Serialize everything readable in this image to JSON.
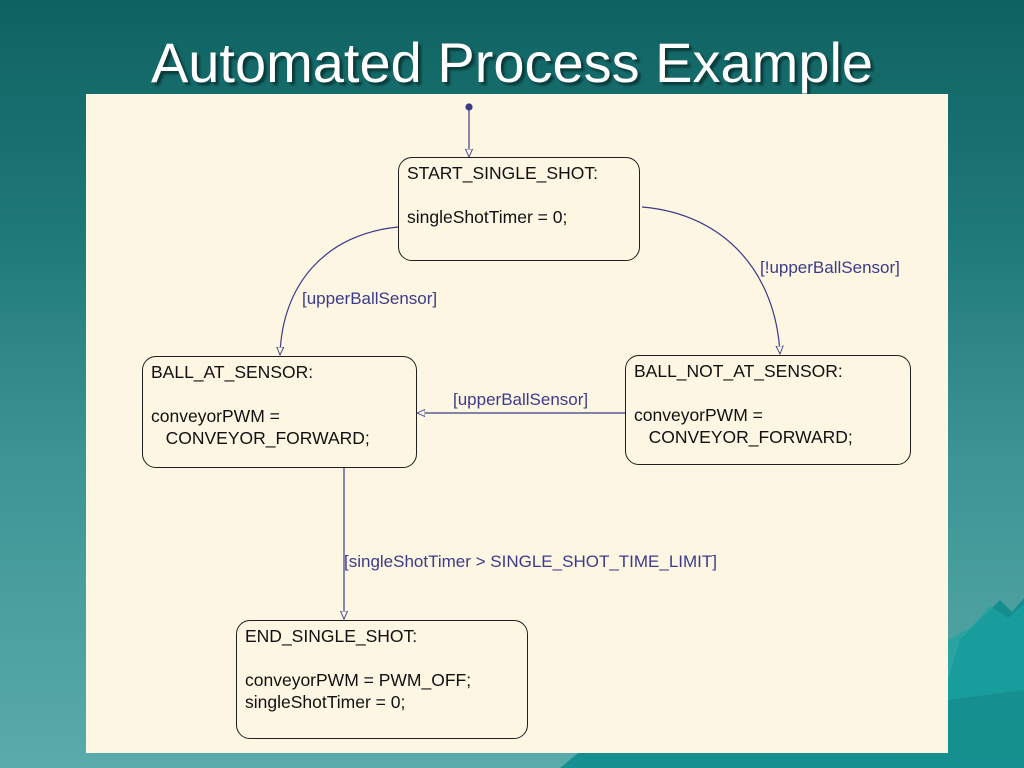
{
  "slide": {
    "title": "Automated Process Example"
  },
  "colors": {
    "background_top": "#0f6262",
    "background_bottom": "#5aabab",
    "panel": "#fdf6e3",
    "state_border": "#202020",
    "transition": "#3b3b8a"
  },
  "diagram": {
    "states": {
      "start_single_shot": {
        "name": "START_SINGLE_SHOT:",
        "actions": [
          "singleShotTimer = 0;"
        ]
      },
      "ball_at_sensor": {
        "name": "BALL_AT_SENSOR:",
        "actions": [
          "conveyorPWM =",
          "   CONVEYOR_FORWARD;"
        ]
      },
      "ball_not_at_sensor": {
        "name": "BALL_NOT_AT_SENSOR:",
        "actions": [
          "conveyorPWM =",
          "   CONVEYOR_FORWARD;"
        ]
      },
      "end_single_shot": {
        "name": "END_SINGLE_SHOT:",
        "actions": [
          "conveyorPWM = PWM_OFF;",
          "singleShotTimer = 0;"
        ]
      }
    },
    "transitions": {
      "start_to_ball_at_sensor": "[upperBallSensor]",
      "start_to_ball_not_at_sensor": "[!upperBallSensor]",
      "not_at_sensor_to_at_sensor": "[upperBallSensor]",
      "at_sensor_to_end": "[singleShotTimer > SINGLE_SHOT_TIME_LIMIT]"
    }
  }
}
